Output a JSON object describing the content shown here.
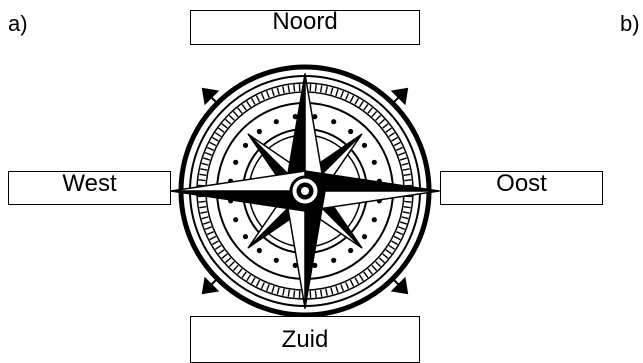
{
  "labels": {
    "part_a": "a)",
    "part_b": "b)"
  },
  "directions": {
    "north": "Noord",
    "west": "West",
    "east": "Oost",
    "south": "Zuid"
  },
  "colors": {
    "ink": "#000000",
    "paper": "#ffffff"
  }
}
